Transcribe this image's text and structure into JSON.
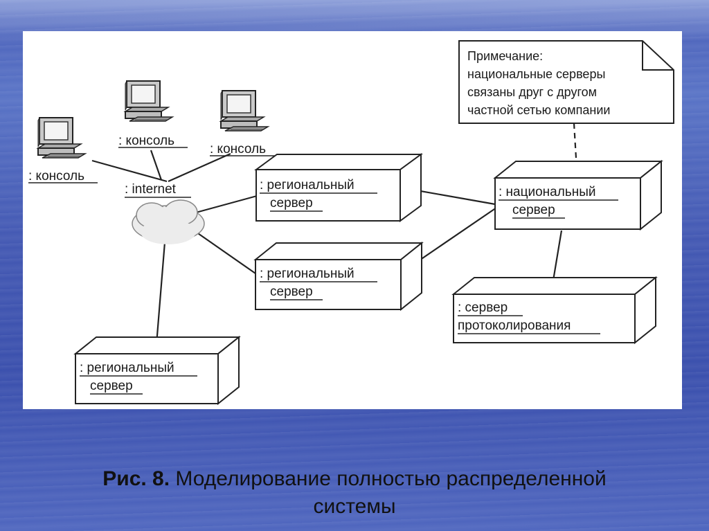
{
  "diagram": {
    "consoles": [
      {
        "label": ": консоль"
      },
      {
        "label": ": консоль"
      },
      {
        "label": ": консоль"
      }
    ],
    "internet_label": ": internet",
    "regional_servers": [
      {
        "line1": ": региональный",
        "line2": "сервер"
      },
      {
        "line1": ": региональный",
        "line2": "сервер"
      },
      {
        "line1": ": региональный",
        "line2": "сервер"
      }
    ],
    "national_server": {
      "line1": ": национальный",
      "line2": "сервер"
    },
    "logging_server": {
      "line1": ": сервер",
      "line2": "протоколирования"
    },
    "note": {
      "lines": [
        "Примечание:",
        "национальные серверы",
        "связаны друг с другом",
        "частной сетью компании"
      ]
    }
  },
  "caption": {
    "prefix": "Рис. 8.",
    "text_line1": " Моделирование полностью распределенной",
    "text_line2": "системы"
  }
}
